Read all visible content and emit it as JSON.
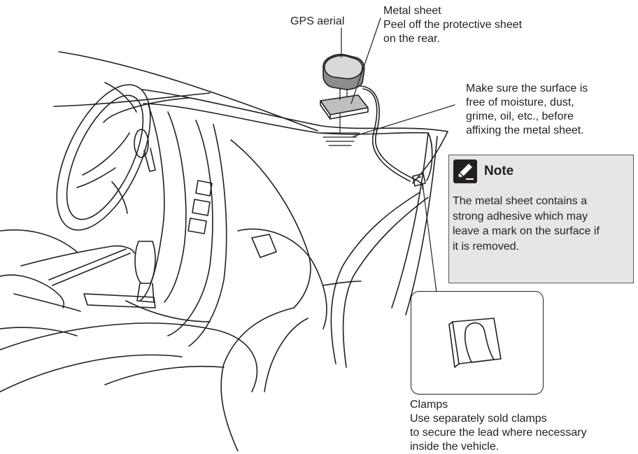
{
  "labels": {
    "gps_aerial": "GPS aerial",
    "metal_sheet": {
      "title": "Metal sheet",
      "lines": [
        "Peel off the protective sheet",
        "on the rear."
      ]
    },
    "surface": {
      "lines": [
        "Make sure the surface is",
        "free of moisture, dust,",
        "grime, oil, etc., before",
        "affixing the metal sheet."
      ]
    },
    "clamps": {
      "title": "Clamps",
      "lines": [
        "Use separately sold clamps",
        "to secure the lead where necessary",
        "inside the vehicle."
      ]
    }
  },
  "note": {
    "title": "Note",
    "icon": "pencil-note-icon",
    "lines": [
      "The metal sheet contains a",
      "strong adhesive which may",
      "leave a mark on the surface if",
      "it is removed."
    ]
  },
  "colors": {
    "line": "#231f20",
    "note_bg": "#e6e6e6",
    "note_border": "#595959",
    "aerial_top": "#d9d9d9",
    "aerial_side": "#8c8c8c"
  }
}
